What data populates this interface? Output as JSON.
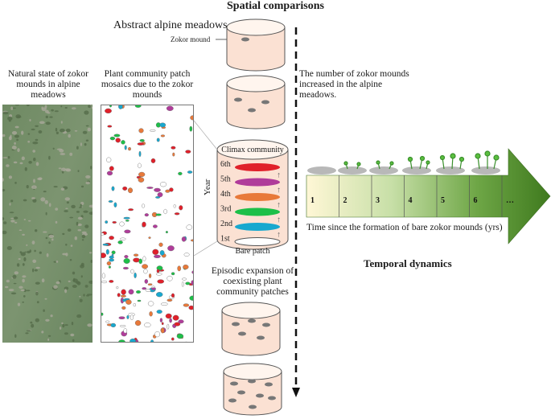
{
  "titles": {
    "spatial": "Spatial comparisons",
    "temporal": "Temporal dynamics"
  },
  "labels": {
    "abstract_meadows": "Abstract alpine meadows",
    "zokor_mound": "Zokor mound",
    "natural_state": "Natural state of zokor mounds in alpine meadows",
    "plant_mosaics": "Plant community patch mosaics due to the zokor mounds",
    "increase_note": "The number of zokor mounds increased in the alpine meadows.",
    "episodic": "Episodic expansion of coexisting plant community patches",
    "time_axis": "Time since the formation of bare zokor mounds (yrs)",
    "year": "Year"
  },
  "succession": {
    "top": "Climax community",
    "bottom": "Bare patch",
    "levels": [
      {
        "label": "6th",
        "color": "#e0202a"
      },
      {
        "label": "5th",
        "color": "#b03c9a"
      },
      {
        "label": "4th",
        "color": "#e8793a"
      },
      {
        "label": "3rd",
        "color": "#1dbf48"
      },
      {
        "label": "2nd",
        "color": "#18a8cf"
      },
      {
        "label": "1st",
        "color": "#ffffff"
      }
    ]
  },
  "timeline": {
    "ticks": [
      "1",
      "2",
      "3",
      "4",
      "5",
      "6",
      "…"
    ]
  },
  "colors": {
    "cylinder_fill": "#fbe1d3",
    "mound": "#777777",
    "arrow_light": "#fff7d6",
    "arrow_dark": "#3f7a1e"
  }
}
